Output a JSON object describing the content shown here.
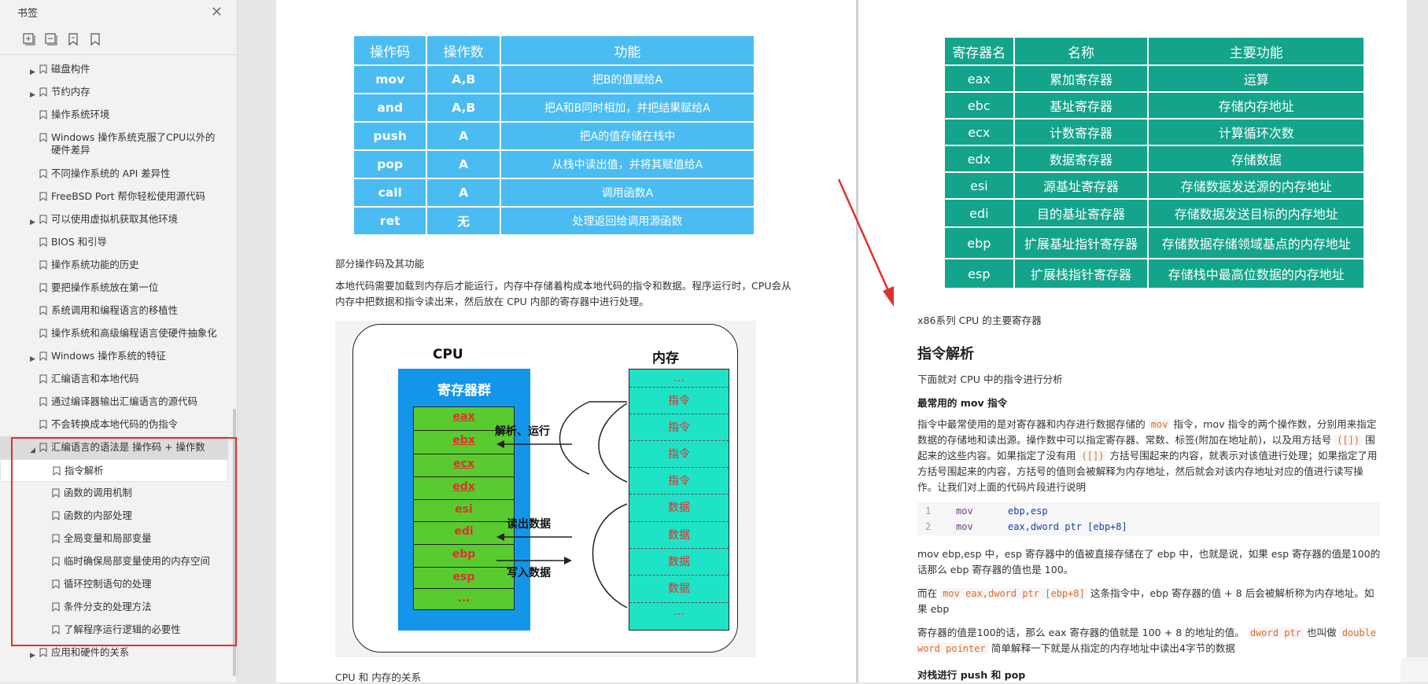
{
  "sidebar": {
    "title": "书签",
    "close_icon": "close-icon",
    "tools": [
      "expand-all-icon",
      "collapse-all-icon",
      "add-bookmark-icon",
      "bookmark-icon"
    ],
    "items": [
      {
        "label": "磁盘构件",
        "arrow": "▶"
      },
      {
        "label": "节约内存",
        "arrow": "▶"
      },
      {
        "label": "操作系统环境",
        "arrow": ""
      },
      {
        "label": "Windows 操作系统克服了CPU以外的硬件差异",
        "arrow": ""
      },
      {
        "label": "不同操作系统的 API 差异性",
        "arrow": ""
      },
      {
        "label": "FreeBSD Port 帮你轻松使用源代码",
        "arrow": ""
      },
      {
        "label": "可以使用虚拟机获取其他环境",
        "arrow": "▶"
      },
      {
        "label": "BIOS 和引导",
        "arrow": ""
      },
      {
        "label": "操作系统功能的历史",
        "arrow": ""
      },
      {
        "label": "要把操作系统放在第一位",
        "arrow": ""
      },
      {
        "label": "系统调用和编程语言的移植性",
        "arrow": ""
      },
      {
        "label": "操作系统和高级编程语言使硬件抽象化",
        "arrow": ""
      },
      {
        "label": "Windows 操作系统的特征",
        "arrow": "▶"
      },
      {
        "label": "汇编语言和本地代码",
        "arrow": ""
      },
      {
        "label": "通过编译器输出汇编语言的源代码",
        "arrow": ""
      },
      {
        "label": "不会转换成本地代码的伪指令",
        "arrow": ""
      },
      {
        "label": "汇编语言的语法是 操作码 + 操作数",
        "arrow": "◢"
      },
      {
        "label": "指令解析",
        "arrow": ""
      },
      {
        "label": "函数的调用机制",
        "arrow": ""
      },
      {
        "label": "函数的内部处理",
        "arrow": ""
      },
      {
        "label": "全局变量和局部变量",
        "arrow": ""
      },
      {
        "label": "临时确保局部变量使用的内存空间",
        "arrow": ""
      },
      {
        "label": "循环控制语句的处理",
        "arrow": ""
      },
      {
        "label": "条件分支的处理方法",
        "arrow": ""
      },
      {
        "label": "了解程序运行逻辑的必要性",
        "arrow": ""
      },
      {
        "label": "应用和硬件的关系",
        "arrow": "▶"
      }
    ]
  },
  "op_table": {
    "headers": [
      "操作码",
      "操作数",
      "功能"
    ],
    "rows": [
      [
        "mov",
        "A,B",
        "把B的值赋给A"
      ],
      [
        "and",
        "A,B",
        "把A和B同时相加，并把结果赋给A"
      ],
      [
        "push",
        "A",
        "把A的值存储在栈中"
      ],
      [
        "pop",
        "A",
        "从栈中读出值，并将其赋值给A"
      ],
      [
        "call",
        "A",
        "调用函数A"
      ],
      [
        "ret",
        "无",
        "处理返回给调用源函数"
      ]
    ]
  },
  "page1": {
    "caption1": "部分操作码及其功能",
    "para1": "本地代码需要加载到内存后才能运行，内存中存储着构成本地代码的指令和数据。程序运行时，CPU会从内存中把数据和指令读出来，然后放在 CPU 内部的寄存器中进行处理。",
    "caption2": "CPU 和 内存的关系"
  },
  "diagram": {
    "cpu_title": "CPU",
    "mem_title": "内存",
    "reg_group": "寄存器群",
    "registers": [
      "eax",
      "ebx",
      "ecx",
      "edx",
      "esi",
      "edi",
      "ebp",
      "esp",
      "..."
    ],
    "memory": [
      "...",
      "指令",
      "指令",
      "指令",
      "指令",
      "数据",
      "数据",
      "数据",
      "数据",
      "..."
    ],
    "arrow1": "解析、运行",
    "arrow2": "读出数据",
    "arrow3": "写入数据"
  },
  "reg_table": {
    "headers": [
      "寄存器名",
      "名称",
      "主要功能"
    ],
    "rows": [
      [
        "eax",
        "累加寄存器",
        "运算"
      ],
      [
        "ebc",
        "基址寄存器",
        "存储内存地址"
      ],
      [
        "ecx",
        "计数寄存器",
        "计算循环次数"
      ],
      [
        "edx",
        "数据寄存器",
        "存储数据"
      ],
      [
        "esi",
        "源基址寄存器",
        "存储数据发送源的内存地址"
      ],
      [
        "edi",
        "目的基址寄存器",
        "存储数据发送目标的内存地址"
      ],
      [
        "ebp",
        "扩展基址指针寄存器",
        "存储数据存储领域基点的内存地址"
      ],
      [
        "esp",
        "扩展栈指针寄存器",
        "存储栈中最高位数据的内存地址"
      ]
    ]
  },
  "page2": {
    "caption": "x86系列 CPU 的主要寄存器",
    "heading": "指令解析",
    "intro": "下面就对 CPU 中的指令进行分析",
    "sub1": "最常用的 mov 指令",
    "p1_a": "指令中最常使用的是对寄存器和内存进行数据存储的",
    "p1_code": "mov",
    "p1_b": "指令，mov 指令的两个操作数，分别用来指定数据的存储地和读出源。操作数中可以指定寄存器、常数、标签(附加在地址前)，以及用方括号",
    "p1_code2": "([])",
    "p1_c": "围起来的这些内容。如果指定了没有用",
    "p1_code3": "([])",
    "p1_d": "方括号围起来的内容，就表示对该值进行处理；如果指定了用方括号围起来的内容，方括号的值则会被解释为内存地址，然后就会对该内存地址对应的值进行读写操作。让我们对上面的代码片段进行说明",
    "code": [
      {
        "n": "1",
        "kw": "mov",
        "args": "ebp,esp"
      },
      {
        "n": "2",
        "kw": "mov",
        "args": "eax,dword ptr [ebp+8]"
      }
    ],
    "p2": "mov ebp,esp 中，esp 寄存器中的值被直接存储在了 ebp 中，也就是说，如果 esp 寄存器的值是100的话那么 ebp 寄存器的值也是 100。",
    "p3_a": "而在",
    "p3_code": "mov eax,dword ptr [ebp+8]",
    "p3_b": "这条指令中，ebp 寄存器的值 + 8 后会被解析称为内存地址。如果 ebp",
    "p4_a": "寄存器的值是100的话，那么 eax 寄存器的值就是 100 + 8 的地址的值。",
    "p4_code": "dword ptr",
    "p4_b": "也叫做",
    "p4_code2": "double word pointer",
    "p4_c": "简单解释一下就是从指定的内存地址中读出4字节的数据",
    "sub2": "对栈进行 push 和 pop"
  },
  "colors": {
    "op_table": "#4bbcf1",
    "reg_table": "#13a48b",
    "highlight": "#e0302f",
    "cpu": "#1396ea",
    "registers": "#5acb2e",
    "memory": "#1fe3c7"
  }
}
